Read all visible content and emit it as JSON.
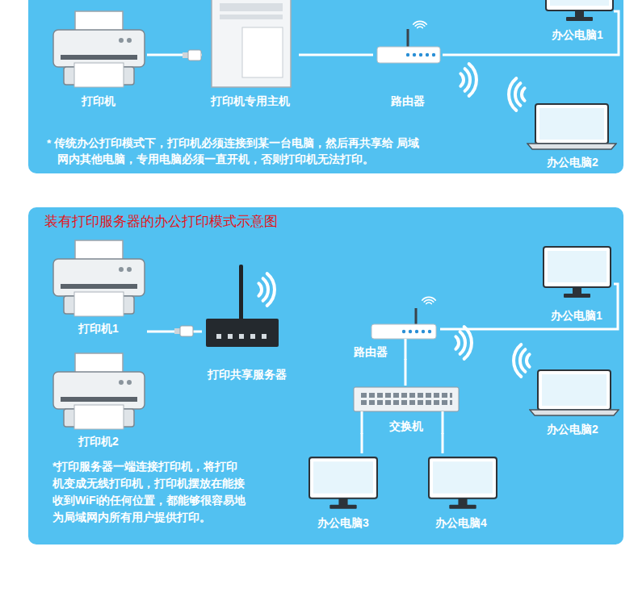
{
  "diagram": {
    "nodes": [
      {
        "text": [
          "* 传统办公打印模式下，打印机必须连接到某一台电脑，然后再共享给 局域网内其他电脑，专用电脑必须一直开机，否则打印机无法打印。"
        ]
      },
      {
        "text": [
          "打印机"
        ],
        "in": 0
      },
      {
        "text": [
          "打印机专用主机"
        ],
        "in": 0
      },
      {
        "text": [
          "路由器"
        ],
        "in": 0
      },
      {
        "text": [
          "办公电脑1"
        ],
        "in": 0
      },
      {
        "text": [
          "办公电脑2"
        ],
        "in": 0
      },
      {
        "text": [
          "装有打印服务器的办公打印模式示意图",
          "*打印服务器一端连接打印机，将打印 机变成无线打印机，打印机摆放在能接 收到WiFi的任何位置，都能够很容易地 为局域网内所有用户提供打印。"
        ]
      },
      {
        "text": [
          "打印机1"
        ],
        "in": 6
      },
      {
        "text": [
          "打印共享服务器"
        ],
        "in": 6
      },
      {
        "text": [
          "打印机2"
        ],
        "in": 6
      },
      {
        "text": [
          "路由器"
        ],
        "in": 6
      },
      {
        "text": [
          "办公电脑1"
        ],
        "in": 6
      },
      {
        "text": [
          "交换机"
        ],
        "in": 6
      },
      {
        "text": [
          "办公电脑2"
        ],
        "in": 6
      },
      {
        "text": [
          "办公电脑3"
        ],
        "in": 6
      },
      {
        "text": [
          "办公电脑4"
        ],
        "in": 6
      }
    ],
    "edges": [
      {
        "from": 1,
        "to": 2,
        "arrow": "none"
      },
      {
        "from": 2,
        "to": 3,
        "arrow": "none"
      },
      {
        "from": 3,
        "to": 4,
        "arrow": "none"
      },
      {
        "from": 7,
        "to": 8,
        "arrow": "none"
      },
      {
        "from": 10,
        "to": 11,
        "arrow": "none"
      },
      {
        "from": 10,
        "to": 12,
        "arrow": "none"
      },
      {
        "from": 12,
        "to": 14,
        "arrow": "none"
      },
      {
        "from": 12,
        "to": 15,
        "arrow": "none"
      }
    ]
  }
}
